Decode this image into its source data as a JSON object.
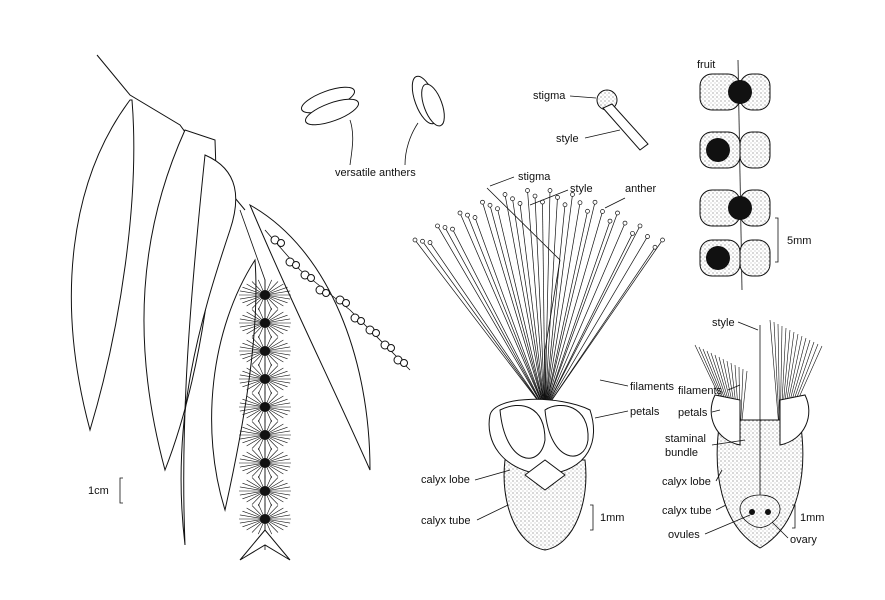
{
  "title": "Bottlebrush (Callistemon) botanical illustration",
  "labels": {
    "versatile_anthers": "versatile anthers",
    "stigma_top": "stigma",
    "style_top": "style",
    "fruit": "fruit",
    "scale_5mm": "5mm",
    "stigma_flower": "stigma",
    "style_flower": "style",
    "anther_flower": "anther",
    "filaments_flower": "filaments",
    "petals_flower": "petals",
    "calyx_lobe_flower": "calyx lobe",
    "calyx_tube_flower": "calyx tube",
    "scale_1mm_flower": "1mm",
    "style_section": "style",
    "filaments_section": "filaments",
    "petals_section": "petals",
    "staminal_bundle_1": "staminal",
    "staminal_bundle_2": "bundle",
    "calyx_lobe_section": "calyx lobe",
    "calyx_tube_section": "calyx tube",
    "scale_1mm_section": "1mm",
    "ovules": "ovules",
    "ovary": "ovary",
    "scale_1cm": "1cm"
  }
}
